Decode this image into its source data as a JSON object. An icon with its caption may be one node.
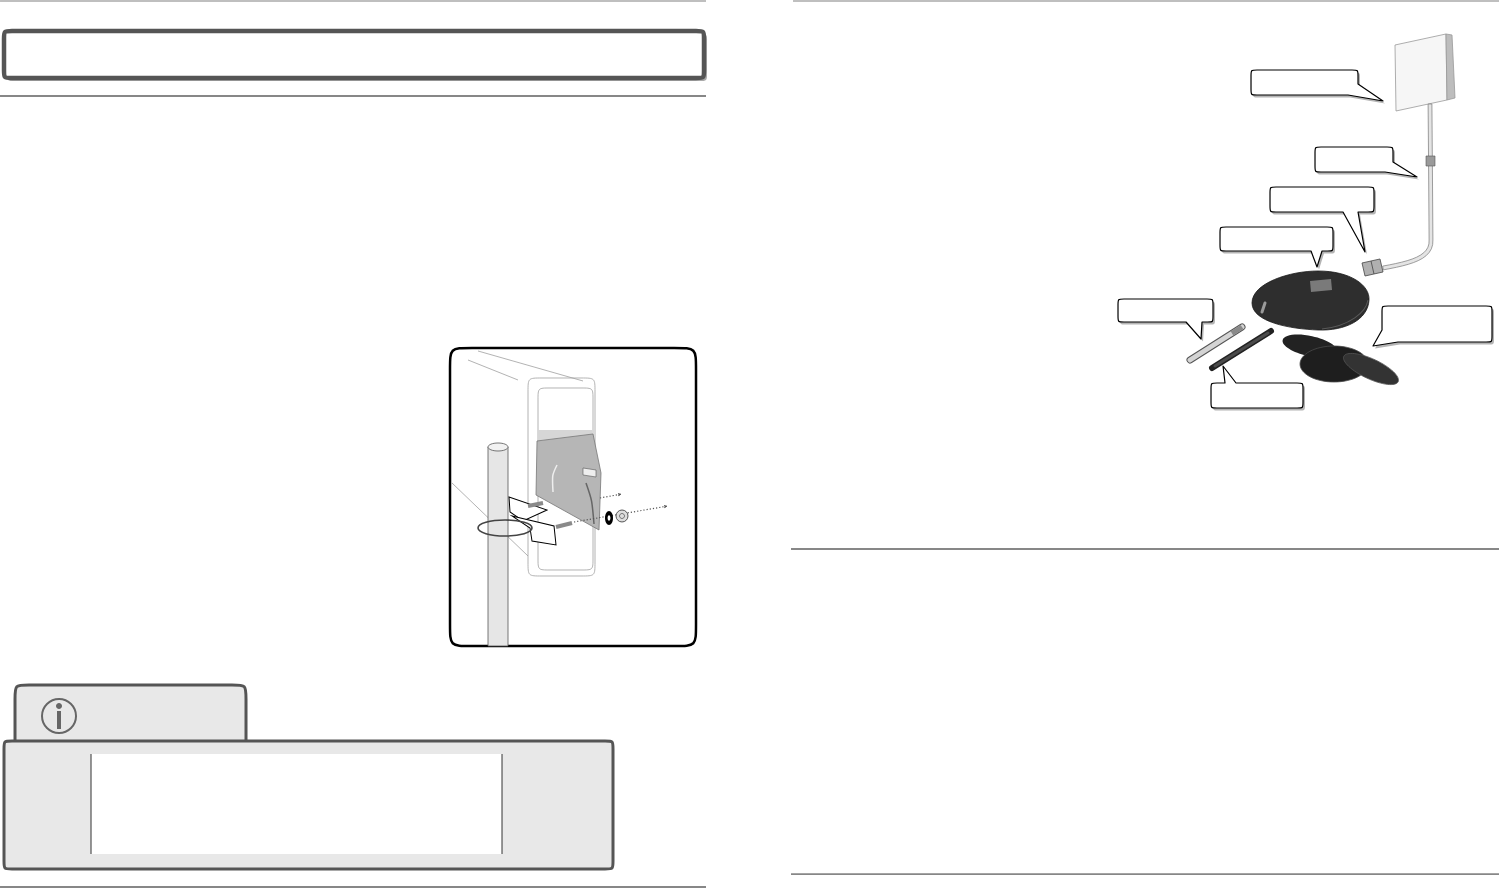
{
  "diagram": {
    "nodes": [
      {
        "text": [],
        "shape": "box"
      },
      {
        "text": [],
        "shape": "picture"
      },
      {
        "text": [],
        "shape": "box"
      },
      {
        "text": [],
        "shape": "box",
        "in": 2
      },
      {
        "text": [],
        "shape": "callout"
      },
      {
        "text": [],
        "shape": "callout"
      },
      {
        "text": [],
        "shape": "callout"
      },
      {
        "text": [],
        "shape": "callout"
      },
      {
        "text": [],
        "shape": "callout"
      },
      {
        "text": [],
        "shape": "callout"
      },
      {
        "text": [],
        "shape": "callout"
      }
    ]
  }
}
